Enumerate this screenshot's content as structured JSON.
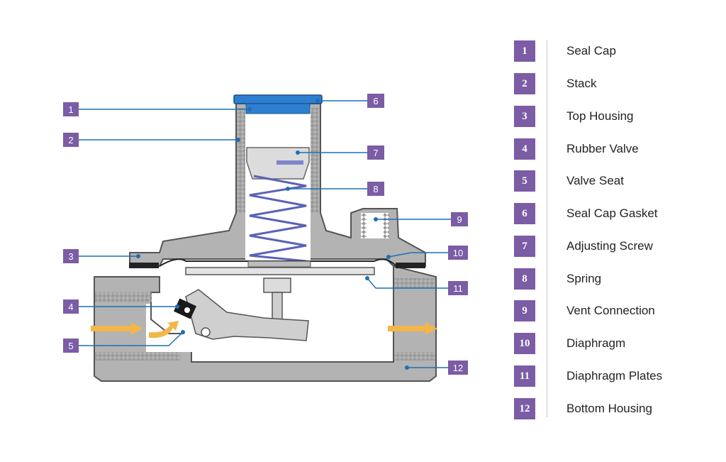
{
  "legend": [
    {
      "number": "1",
      "label": "Seal Cap"
    },
    {
      "number": "2",
      "label": "Stack"
    },
    {
      "number": "3",
      "label": "Top Housing"
    },
    {
      "number": "4",
      "label": "Rubber Valve"
    },
    {
      "number": "5",
      "label": "Valve Seat"
    },
    {
      "number": "6",
      "label": "Seal Cap Gasket"
    },
    {
      "number": "7",
      "label": "Adjusting Screw"
    },
    {
      "number": "8",
      "label": "Spring"
    },
    {
      "number": "9",
      "label": "Vent Connection"
    },
    {
      "number": "10",
      "label": "Diaphragm"
    },
    {
      "number": "11",
      "label": "Diaphragm Plates"
    },
    {
      "number": "12",
      "label": "Bottom Housing"
    }
  ],
  "colors": {
    "badge": "#7b5ca5",
    "leader": "#1f6fb3",
    "housing": "#b3b3b3",
    "seal_cap": "#2f7fd1",
    "spring": "#7f86cc",
    "gas_flow": "#f2b64a"
  }
}
